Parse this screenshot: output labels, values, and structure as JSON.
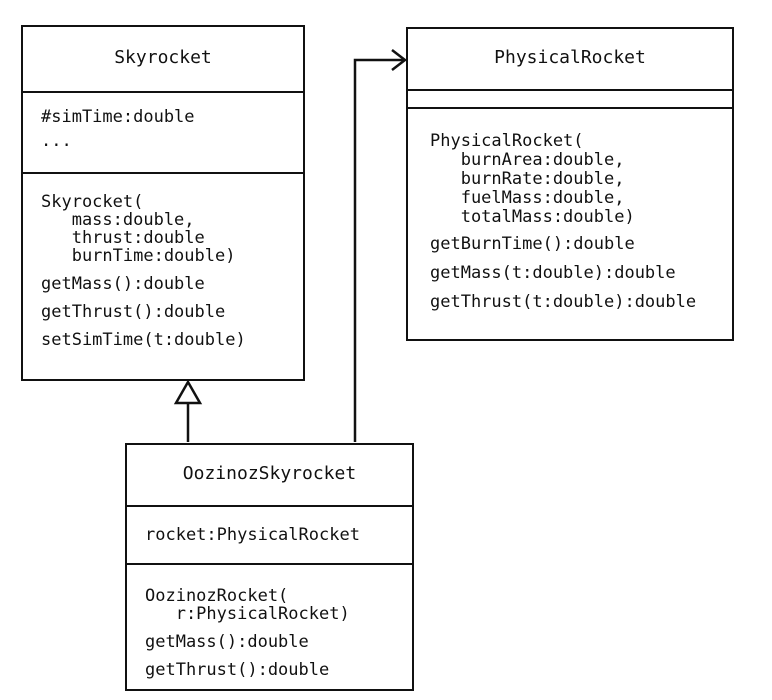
{
  "skyrocket": {
    "name": "Skyrocket",
    "attributes": [
      "#simTime:double",
      "..."
    ],
    "ctor": [
      "Skyrocket(",
      "   mass:double,",
      "   thrust:double",
      "   burnTime:double)"
    ],
    "methods": [
      "getMass():double",
      "getThrust():double",
      "setSimTime(t:double)"
    ]
  },
  "physical_rocket": {
    "name": "PhysicalRocket",
    "ctor": [
      "PhysicalRocket(",
      "   burnArea:double,",
      "   burnRate:double,",
      "   fuelMass:double,",
      "   totalMass:double)"
    ],
    "methods": [
      "getBurnTime():double",
      "getMass(t:double):double",
      "getThrust(t:double):double"
    ]
  },
  "oozinoz_skyrocket": {
    "name": "OozinozSkyrocket",
    "attributes": [
      "rocket:PhysicalRocket"
    ],
    "ctor": [
      "OozinozRocket(",
      "   r:PhysicalRocket)"
    ],
    "methods": [
      "getMass():double",
      "getThrust():double"
    ]
  }
}
